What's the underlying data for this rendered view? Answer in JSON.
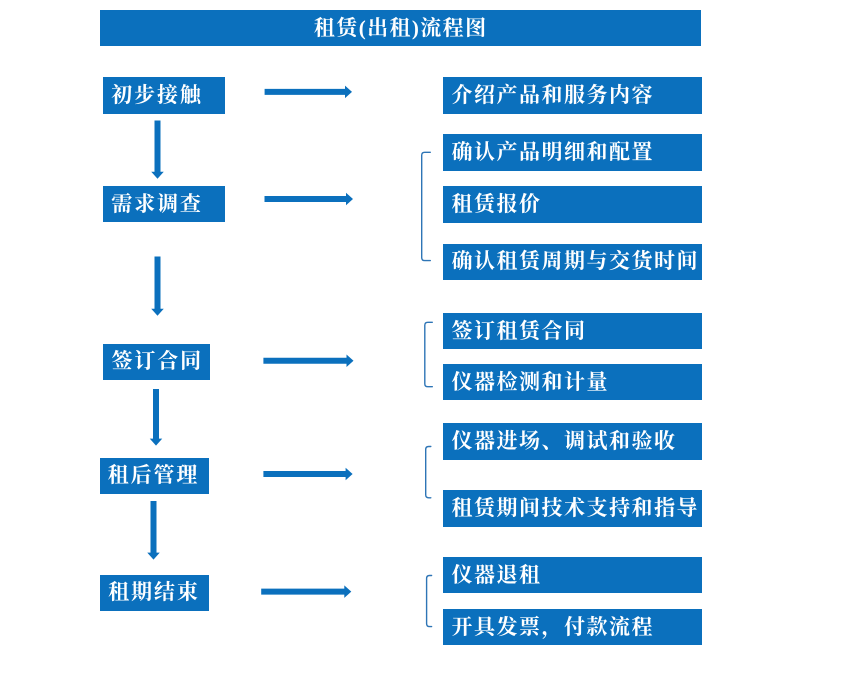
{
  "title": "租赁(出租)流程图",
  "colors": {
    "box_blue": "#0B70BD",
    "bracket_blue": "#2E75B6",
    "label_white": "#FFFFFF",
    "canvas_white": "#FFFFFF"
  },
  "stages": [
    {
      "label": "初步接触",
      "details": [
        "介绍产品和服务内容"
      ]
    },
    {
      "label": "需求调查",
      "details": [
        "确认产品明细和配置",
        "租赁报价",
        "确认租赁周期与交货时间"
      ]
    },
    {
      "label": "签订合同",
      "details": [
        "签订租赁合同",
        "仪器检测和计量"
      ]
    },
    {
      "label": "租后管理",
      "details": [
        "仪器进场、调试和验收",
        "租赁期间技术支持和指导"
      ]
    },
    {
      "label": "租期结束",
      "details": [
        "仪器退租",
        "开具发票，付款流程"
      ]
    }
  ]
}
